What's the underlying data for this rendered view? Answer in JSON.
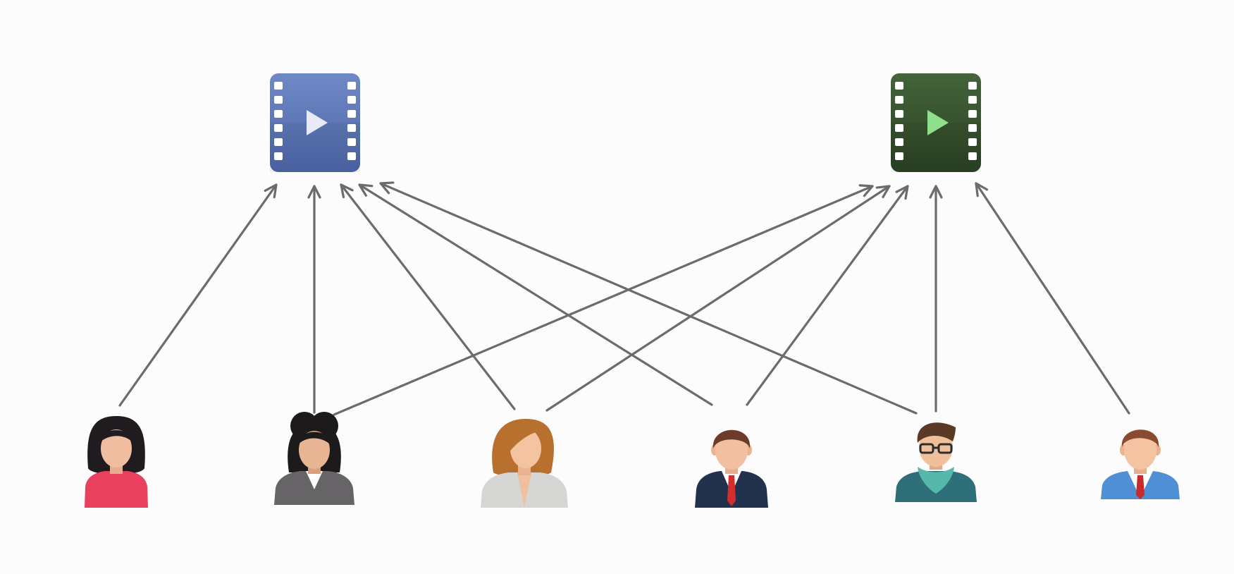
{
  "colors": {
    "background": "#fdfcfd",
    "arrow": "#6b6b6b",
    "video_blue": "#5a76b7",
    "video_blue_play": "#e8ebf5",
    "video_green": "#354f2c",
    "video_green_play": "#8fe08a"
  },
  "videos": [
    {
      "id": "video-1",
      "icon": "video-film-icon",
      "color": "#5a76b7"
    },
    {
      "id": "video-2",
      "icon": "video-film-icon",
      "color": "#354f2c"
    }
  ],
  "users": [
    {
      "id": "user-1",
      "icon": "woman-pink-avatar-icon",
      "watches": [
        "video-1"
      ]
    },
    {
      "id": "user-2",
      "icon": "businesswoman-avatar-icon",
      "watches": [
        "video-1",
        "video-2"
      ]
    },
    {
      "id": "user-3",
      "icon": "blonde-woman-avatar-icon",
      "watches": [
        "video-1",
        "video-2"
      ]
    },
    {
      "id": "user-4",
      "icon": "businessman-avatar-icon",
      "watches": [
        "video-1",
        "video-2"
      ]
    },
    {
      "id": "user-5",
      "icon": "man-glasses-scarf-avatar-icon",
      "watches": [
        "video-1",
        "video-2"
      ]
    },
    {
      "id": "user-6",
      "icon": "man-blue-shirt-avatar-icon",
      "watches": [
        "video-2"
      ]
    }
  ]
}
